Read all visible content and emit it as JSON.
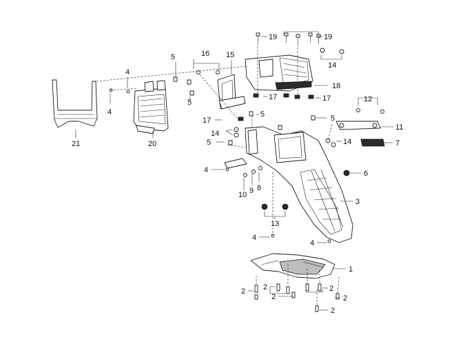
{
  "diagram": {
    "callouts": [
      {
        "id": "c19a",
        "text": "19"
      },
      {
        "id": "c19b",
        "text": "19"
      },
      {
        "id": "c5a",
        "text": "5"
      },
      {
        "id": "c16",
        "text": "16"
      },
      {
        "id": "c15",
        "text": "15"
      },
      {
        "id": "c14a",
        "text": "14"
      },
      {
        "id": "c4a",
        "text": "4"
      },
      {
        "id": "c4b",
        "text": "4"
      },
      {
        "id": "c5b",
        "text": "5"
      },
      {
        "id": "c18",
        "text": "18"
      },
      {
        "id": "c17a",
        "text": "17"
      },
      {
        "id": "c17b",
        "text": "17"
      },
      {
        "id": "c12",
        "text": "12"
      },
      {
        "id": "c5c",
        "text": "5"
      },
      {
        "id": "c17c",
        "text": "17"
      },
      {
        "id": "c5d",
        "text": "5"
      },
      {
        "id": "c11",
        "text": "11"
      },
      {
        "id": "c14b",
        "text": "14"
      },
      {
        "id": "c5e",
        "text": "5"
      },
      {
        "id": "c14c",
        "text": "14"
      },
      {
        "id": "c7",
        "text": "7"
      },
      {
        "id": "c21",
        "text": "21"
      },
      {
        "id": "c20",
        "text": "20"
      },
      {
        "id": "c4c",
        "text": "4"
      },
      {
        "id": "c8",
        "text": "8"
      },
      {
        "id": "c6",
        "text": "6"
      },
      {
        "id": "c9",
        "text": "9"
      },
      {
        "id": "c10",
        "text": "10"
      },
      {
        "id": "c3",
        "text": "3"
      },
      {
        "id": "c13",
        "text": "13"
      },
      {
        "id": "c4d",
        "text": "4"
      },
      {
        "id": "c4e",
        "text": "4"
      },
      {
        "id": "c1",
        "text": "1"
      },
      {
        "id": "c2a",
        "text": "2"
      },
      {
        "id": "c2b",
        "text": "2"
      },
      {
        "id": "c2c",
        "text": "2"
      },
      {
        "id": "c2d",
        "text": "2"
      },
      {
        "id": "c2e",
        "text": "2"
      },
      {
        "id": "c2f",
        "text": "2"
      }
    ]
  }
}
